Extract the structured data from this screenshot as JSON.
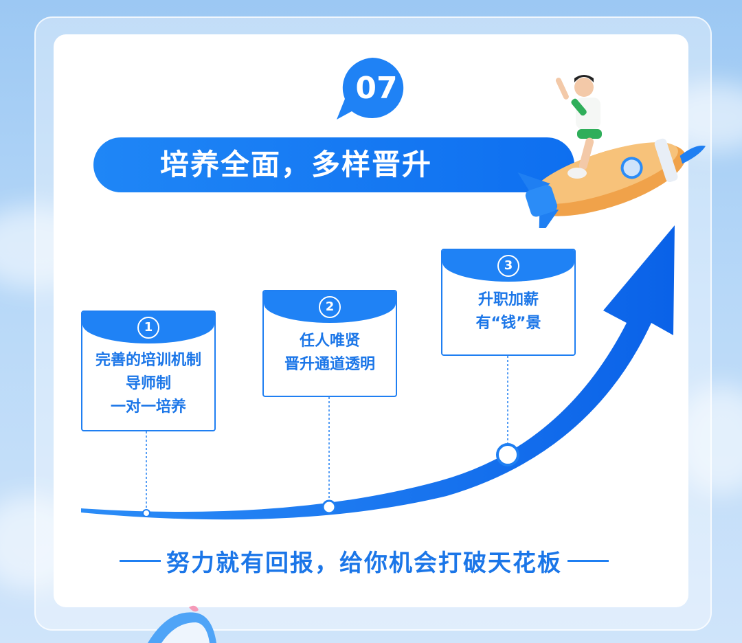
{
  "badge": {
    "number": "07"
  },
  "title": "培养全面，多样晋升",
  "steps": [
    {
      "number": "1",
      "lines": [
        "完善的培训机制",
        "导师制",
        "一对一培养"
      ]
    },
    {
      "number": "2",
      "lines": [
        "任人唯贤",
        "晋升通道透明"
      ]
    },
    {
      "number": "3",
      "lines": [
        "升职加薪",
        "有“钱”景"
      ]
    }
  ],
  "slogan": "努力就有回报，给你机会打破天花板",
  "icons": {
    "rocket": "rocket-with-rider-icon",
    "arrow": "growth-arrow-icon"
  },
  "colors": {
    "accent": "#1f82f5",
    "text_blue": "#1b76e8",
    "background": "#b7d8f8",
    "card": "#ffffff"
  }
}
